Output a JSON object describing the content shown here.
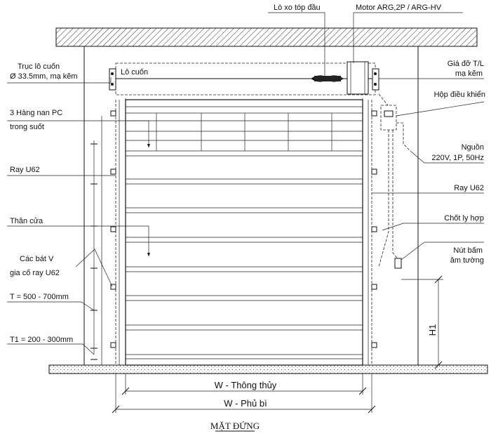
{
  "labels": {
    "spring": "Lò xo tóp đầu",
    "motor": "Motor ARG,2P / ARG-HV",
    "shaft_line1": "Trục lô cuốn",
    "shaft_line2": "Ø 33.5mm, mạ kẽm",
    "roller": "Lô cuốn",
    "bracket_line1": "Giá đỡ T/L",
    "bracket_line2": "mạ kẽm",
    "controlbox": "Hộp điều khiển",
    "pc_line1": "3 Hàng nan PC",
    "pc_line2": "trong suốt",
    "power_line1": "Nguồn",
    "power_line2": "220V, 1P, 50Hz",
    "rail_left": "Ray U62",
    "rail_right": "Ray U62",
    "body": "Thân cửa",
    "clutch": "Chốt ly hợp",
    "vbracket_line1": "Các bát V",
    "vbracket_line2": "gia cố ray U62",
    "button_line1": "Nút bấm",
    "button_line2": "âm tường",
    "T": "T = 500 - 700mm",
    "T1": "T1 = 200 - 300mm",
    "H1": "H1",
    "W_clear": "W - Thông thủy",
    "W_cover": "W - Phủ bì",
    "title": "MẶT ĐỨNG"
  }
}
